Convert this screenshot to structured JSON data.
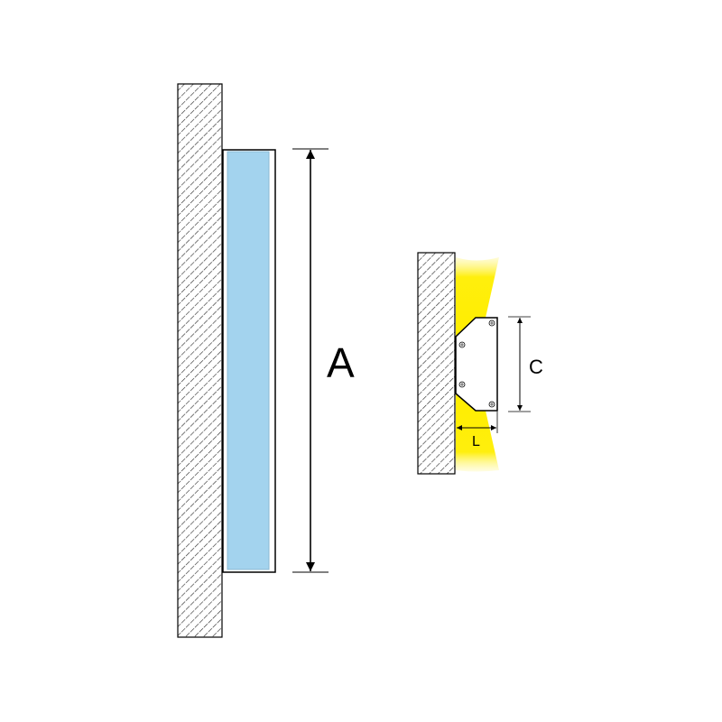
{
  "diagram": {
    "dimension_labels": {
      "height_a": "A",
      "height_c": "C",
      "depth_l": "L"
    },
    "colors": {
      "background": "#ffffff",
      "outline": "#000000",
      "hatch": "#333333",
      "panel_glass": "#a3d3ee",
      "panel_glass_edge": "#8bb8d3",
      "light_beam": "#ffee00",
      "light_fade": "#ffffff"
    }
  }
}
